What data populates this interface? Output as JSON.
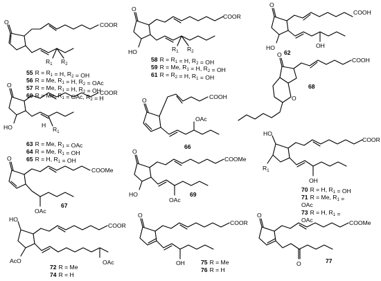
{
  "labels": {
    "o": "O",
    "ho": "HO",
    "oh": "OH",
    "oac": "OAc",
    "aco": "AcO",
    "cooh": "COOH",
    "coor": "COOR",
    "coome": "COOMe",
    "h": "H",
    "r1": "R",
    "r2": "R"
  },
  "compounds": {
    "c55": {
      "num": "55",
      "text": "R = R1 = H, R2 = OH"
    },
    "c56": {
      "num": "56",
      "text": "R = Me, R1 = H, R2 = OAc"
    },
    "c57": {
      "num": "57",
      "text": "R = Me, R1 = H, R2 = OH"
    },
    "c60": {
      "num": "60",
      "text": "R = Me, R1 = OAc, R2 = H"
    },
    "c58": {
      "num": "58",
      "text": "R = R1 = H, R2 = OH"
    },
    "c59": {
      "num": "59",
      "text": "R = Me, R1 = H, R2 = OH"
    },
    "c61": {
      "num": "61",
      "text": "R = R2 = H, R1 = OH"
    },
    "c62": {
      "num": "62"
    },
    "c68": {
      "num": "68"
    },
    "c63": {
      "num": "63",
      "text": "R = Me, R1 = OAc"
    },
    "c64": {
      "num": "64",
      "text": "R = Me, R1 = OH"
    },
    "c65": {
      "num": "65",
      "text": "R = H, R1 = OH"
    },
    "c66": {
      "num": "66"
    },
    "c67": {
      "num": "67"
    },
    "c69": {
      "num": "69"
    },
    "c70": {
      "num": "70",
      "text": "R = H, R1 = OH"
    },
    "c71": {
      "num": "71",
      "text": "R = Me, R1 =",
      "cont": "OAc"
    },
    "c73": {
      "num": "73",
      "text": "R = H, R1 =",
      "cont": "OAc"
    },
    "c72": {
      "num": "72",
      "text": "R = Me"
    },
    "c74": {
      "num": "74",
      "text": "R = H"
    },
    "c75": {
      "num": "75",
      "text": "R = Me"
    },
    "c76": {
      "num": "76",
      "text": "R = H"
    },
    "c77": {
      "num": "77"
    }
  }
}
